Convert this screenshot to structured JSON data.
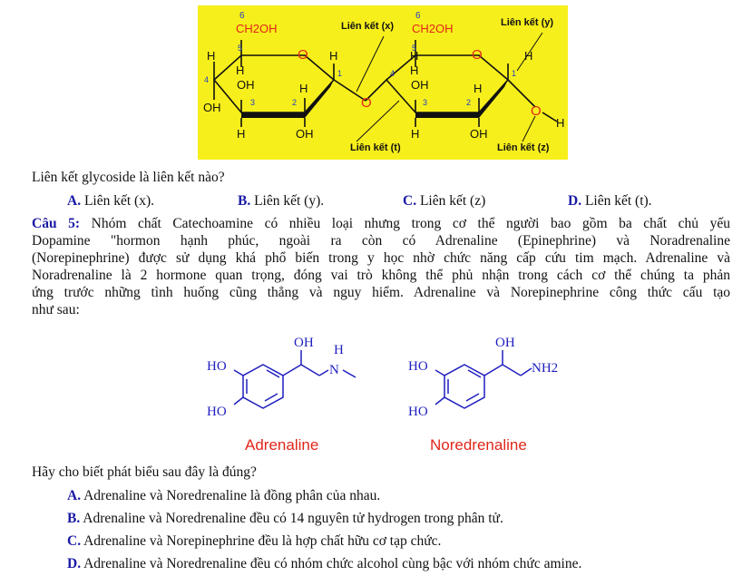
{
  "figure_sugar": {
    "labels": {
      "c6_left": "6",
      "ch2oh_left": "CH2OH",
      "c6_right": "6",
      "ch2oh_right": "CH2OH",
      "bond_x": "Liên kết (x)",
      "bond_y": "Liên kết (y)",
      "bond_t": "Liên kết (t)",
      "bond_z": "Liên kết (z)",
      "o": "O",
      "h": "H",
      "oh": "OH",
      "n1": "1",
      "n2": "2",
      "n3": "3",
      "n4": "4",
      "n5": "5"
    }
  },
  "question4": {
    "prompt": "Liên kết glycoside là liên kết nào?",
    "options": [
      {
        "label": "A.",
        "text": "Liên kết (x)."
      },
      {
        "label": "B.",
        "text": "Liên kết (y)."
      },
      {
        "label": "C.",
        "text": "Liên kết (z)"
      },
      {
        "label": "D.",
        "text": "Liên kết (t)."
      }
    ]
  },
  "question5": {
    "label": "Câu 5:",
    "lines": [
      " Nhóm chất Catechoamine có nhiều loại nhưng trong cơ thể người bao gồm ba chất chủ yếu",
      "Dopamine \"hormon hạnh phúc, ngoài ra còn có Adrenaline (Epinephrine) và Noradrenaline",
      "(Norepinephrine) được sử dụng khá phổ biến trong y học nhờ chức năng cấp cứu tim mạch. Adrenaline và",
      "Noradrenaline là 2 hormone quan trọng, đóng vai trò không thể phủ nhận trong cách cơ thể chúng ta phản",
      "ứng trước những tình huống cũng thẳng và nguy hiểm. Adrenaline và Norepinephrine công thức cấu tạo",
      "như sau:"
    ]
  },
  "figure_amines": {
    "oh": "OH",
    "h": "H",
    "n": "N",
    "ho": "HO",
    "nh2": "NH2",
    "name_left": "Adrenaline",
    "name_right": "Noredrenaline",
    "name_color": "#e0261a",
    "structure_color": "#1f1fbf"
  },
  "question5_prompt": "Hãy cho biết phát biểu sau đây là đúng?",
  "question5_options": [
    {
      "label": "A.",
      "text": "Adrenaline và Noredrenaline là đồng phân của nhau."
    },
    {
      "label": "B.",
      "text": "Adrenaline và Noredrenaline đều có 14 nguyên tử hydrogen trong phân tử."
    },
    {
      "label": "C.",
      "text": "Adrenaline và Norepinephrine đều là hợp chất hữu cơ tạp chức."
    },
    {
      "label": "D.",
      "text": "Adrenaline và Noredrenaline đều có nhóm chức alcohol cùng bậc với nhóm chức amine."
    }
  ]
}
